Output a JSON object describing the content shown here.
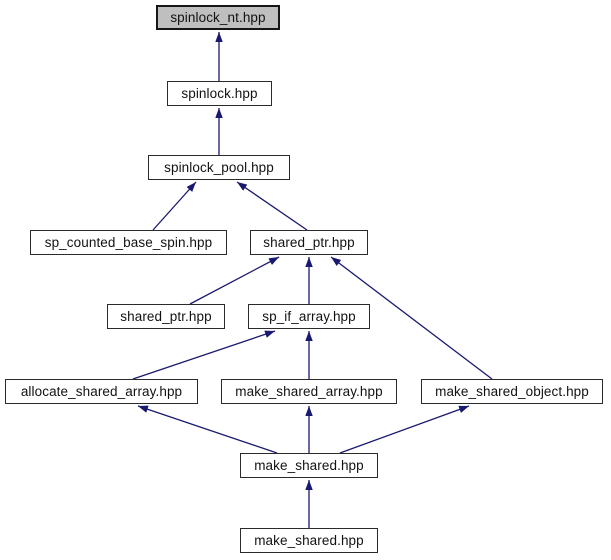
{
  "diagram": {
    "kind": "include-dependency-graph",
    "colors": {
      "background": "#ffffff",
      "edge": "#191970",
      "node_fill": "#ffffff",
      "node_border": "#2b2b2b",
      "highlight_fill": "#bfbfbf",
      "text": "#121212"
    },
    "nodes": [
      {
        "id": "spinlock_nt",
        "label": "spinlock_nt.hpp",
        "highlighted": true
      },
      {
        "id": "spinlock",
        "label": "spinlock.hpp",
        "highlighted": false
      },
      {
        "id": "spinlock_pool",
        "label": "spinlock_pool.hpp",
        "highlighted": false
      },
      {
        "id": "sp_counted_base_spin",
        "label": "sp_counted_base_spin.hpp",
        "highlighted": false
      },
      {
        "id": "shared_ptr_a",
        "label": "shared_ptr.hpp",
        "highlighted": false
      },
      {
        "id": "shared_ptr_b",
        "label": "shared_ptr.hpp",
        "highlighted": false
      },
      {
        "id": "sp_if_array",
        "label": "sp_if_array.hpp",
        "highlighted": false
      },
      {
        "id": "allocate_shared_array",
        "label": "allocate_shared_array.hpp",
        "highlighted": false
      },
      {
        "id": "make_shared_array",
        "label": "make_shared_array.hpp",
        "highlighted": false
      },
      {
        "id": "make_shared_object",
        "label": "make_shared_object.hpp",
        "highlighted": false
      },
      {
        "id": "make_shared_a",
        "label": "make_shared.hpp",
        "highlighted": false
      },
      {
        "id": "make_shared_b",
        "label": "make_shared.hpp",
        "highlighted": false
      }
    ],
    "edges": [
      {
        "from": "spinlock",
        "to": "spinlock_nt"
      },
      {
        "from": "spinlock_pool",
        "to": "spinlock"
      },
      {
        "from": "sp_counted_base_spin",
        "to": "spinlock_pool"
      },
      {
        "from": "shared_ptr_a",
        "to": "spinlock_pool"
      },
      {
        "from": "shared_ptr_b",
        "to": "shared_ptr_a"
      },
      {
        "from": "sp_if_array",
        "to": "shared_ptr_a"
      },
      {
        "from": "make_shared_object",
        "to": "shared_ptr_a"
      },
      {
        "from": "allocate_shared_array",
        "to": "sp_if_array"
      },
      {
        "from": "make_shared_array",
        "to": "sp_if_array"
      },
      {
        "from": "make_shared_a",
        "to": "allocate_shared_array"
      },
      {
        "from": "make_shared_a",
        "to": "make_shared_array"
      },
      {
        "from": "make_shared_a",
        "to": "make_shared_object"
      },
      {
        "from": "make_shared_b",
        "to": "make_shared_a"
      }
    ]
  }
}
